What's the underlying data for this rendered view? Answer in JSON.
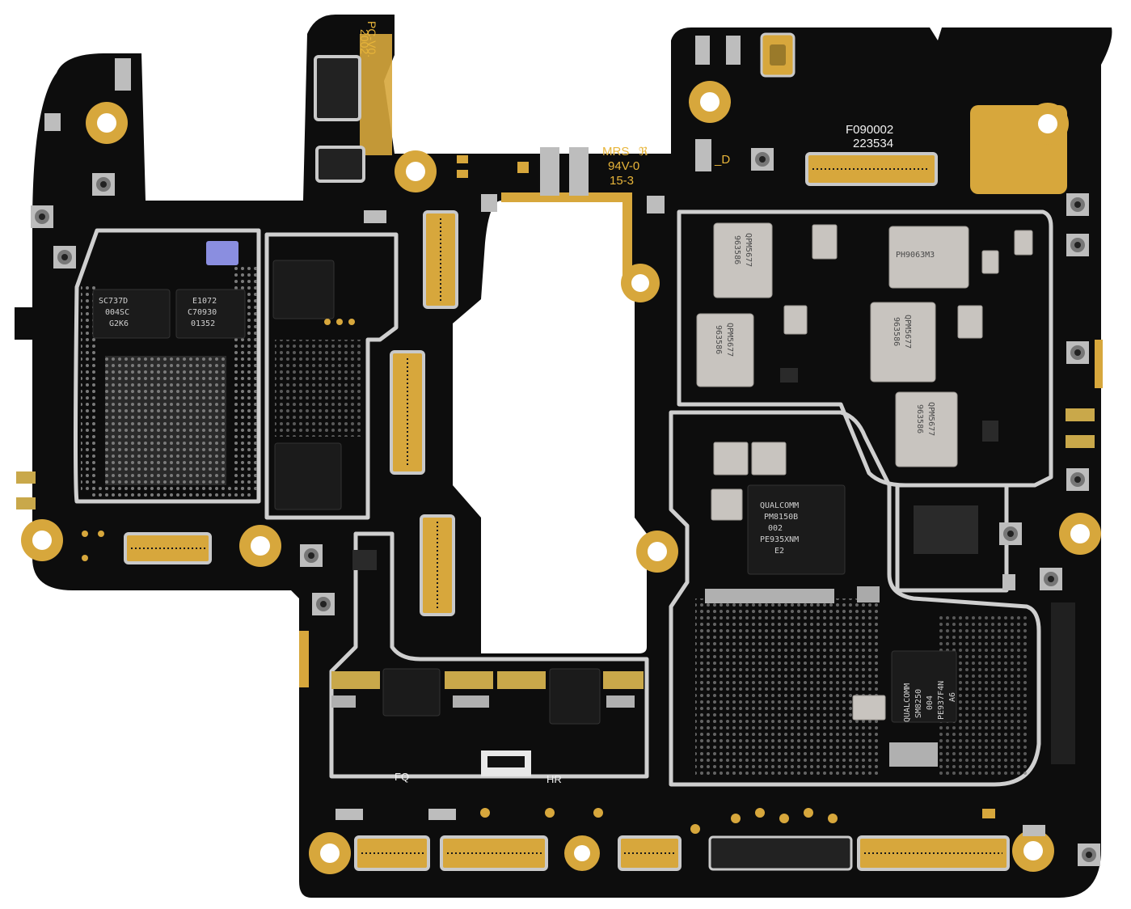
{
  "colors": {
    "board": "#0d0d0d",
    "gold": "#d7a73c",
    "shield": "#c9c9c9",
    "chip_black": "#1b1b1b",
    "chip_silver": "#c8c4bf",
    "silk_white": "#f2f2f2",
    "silk_yellow": "#e8b53a"
  },
  "silkscreen": {
    "pc_version": "PC-V0.",
    "pc_year": "2002",
    "mrs": "MRS",
    "ul_mark": "ℜ",
    "board_rating": "94V-0",
    "rating_code": "15-3",
    "d_mark": "_D",
    "part_no": "F090002",
    "part_sub": "223534",
    "fq": "FQ",
    "hr": "HR"
  },
  "chips": {
    "sc737d": [
      "SC737D",
      "004SC",
      "G2K6"
    ],
    "e1072": [
      "E1072",
      "C70930",
      "01352"
    ],
    "pm8150b": [
      "QUALCOMM",
      "PM8150B",
      "002",
      "PE935XNM",
      "E2"
    ],
    "sm8250": [
      "QUALCOMM",
      "SM8250",
      "004",
      "PE937F4N",
      "A6"
    ],
    "ph9063": [
      "PH9063M3"
    ],
    "qpm_a": [
      "QPM5677",
      "963586"
    ],
    "qpm_b": [
      "QPM5677",
      "963586"
    ],
    "qpm_c": [
      "QPM5677",
      "963586"
    ],
    "qpm_d": [
      "QPM5677",
      "963586"
    ]
  },
  "icons": [
    "coax-connector-icon",
    "mount-hole-icon",
    "fpc-connector-icon",
    "camera-flash-icon"
  ]
}
